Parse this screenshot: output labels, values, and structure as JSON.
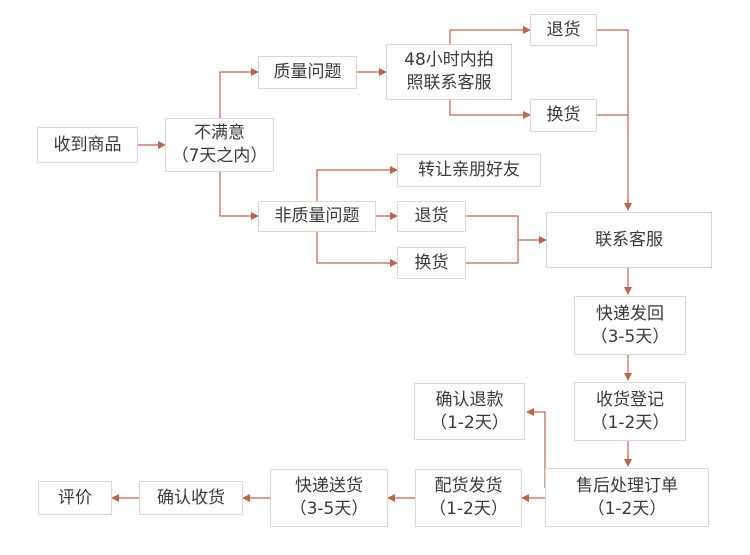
{
  "colors": {
    "edge": "#c0634d",
    "border": "#e4d4cf",
    "text": "#3a3a3a"
  },
  "nodes": {
    "receive": "收到商品",
    "unsatisfied": "不满意\n（7天之内）",
    "quality_issue": "质量问题",
    "contact_48h": "48小时内拍\n照联系客服",
    "return_q": "退货",
    "exchange_q": "换货",
    "non_quality_issue": "非质量问题",
    "transfer": "转让亲朋好友",
    "return_nq": "退货",
    "exchange_nq": "换货",
    "contact_service": "联系客服",
    "express_back": "快递发回\n（3-5天）",
    "receipt_register": "收货登记\n（1-2天）",
    "confirm_refund": "确认退款\n（1-2天）",
    "handle_order": "售后处理订单\n（1-2天）",
    "ship_goods": "配货发货\n（1-2天）",
    "deliver": "快递送货\n（3-5天）",
    "confirm_receipt": "确认收货",
    "review": "评价"
  }
}
